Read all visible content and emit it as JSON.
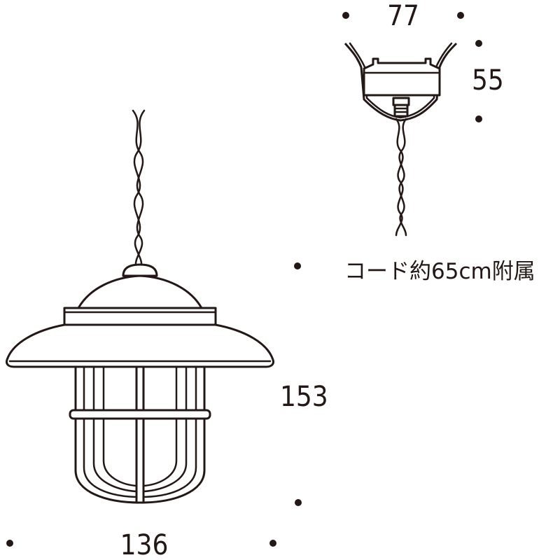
{
  "dimensions": {
    "shade_width": "136",
    "total_height": "153",
    "canopy_width": "77",
    "canopy_height": "55"
  },
  "cord_note": "コード約65cm附属",
  "colors": {
    "line": "#231815",
    "background": "#ffffff"
  }
}
